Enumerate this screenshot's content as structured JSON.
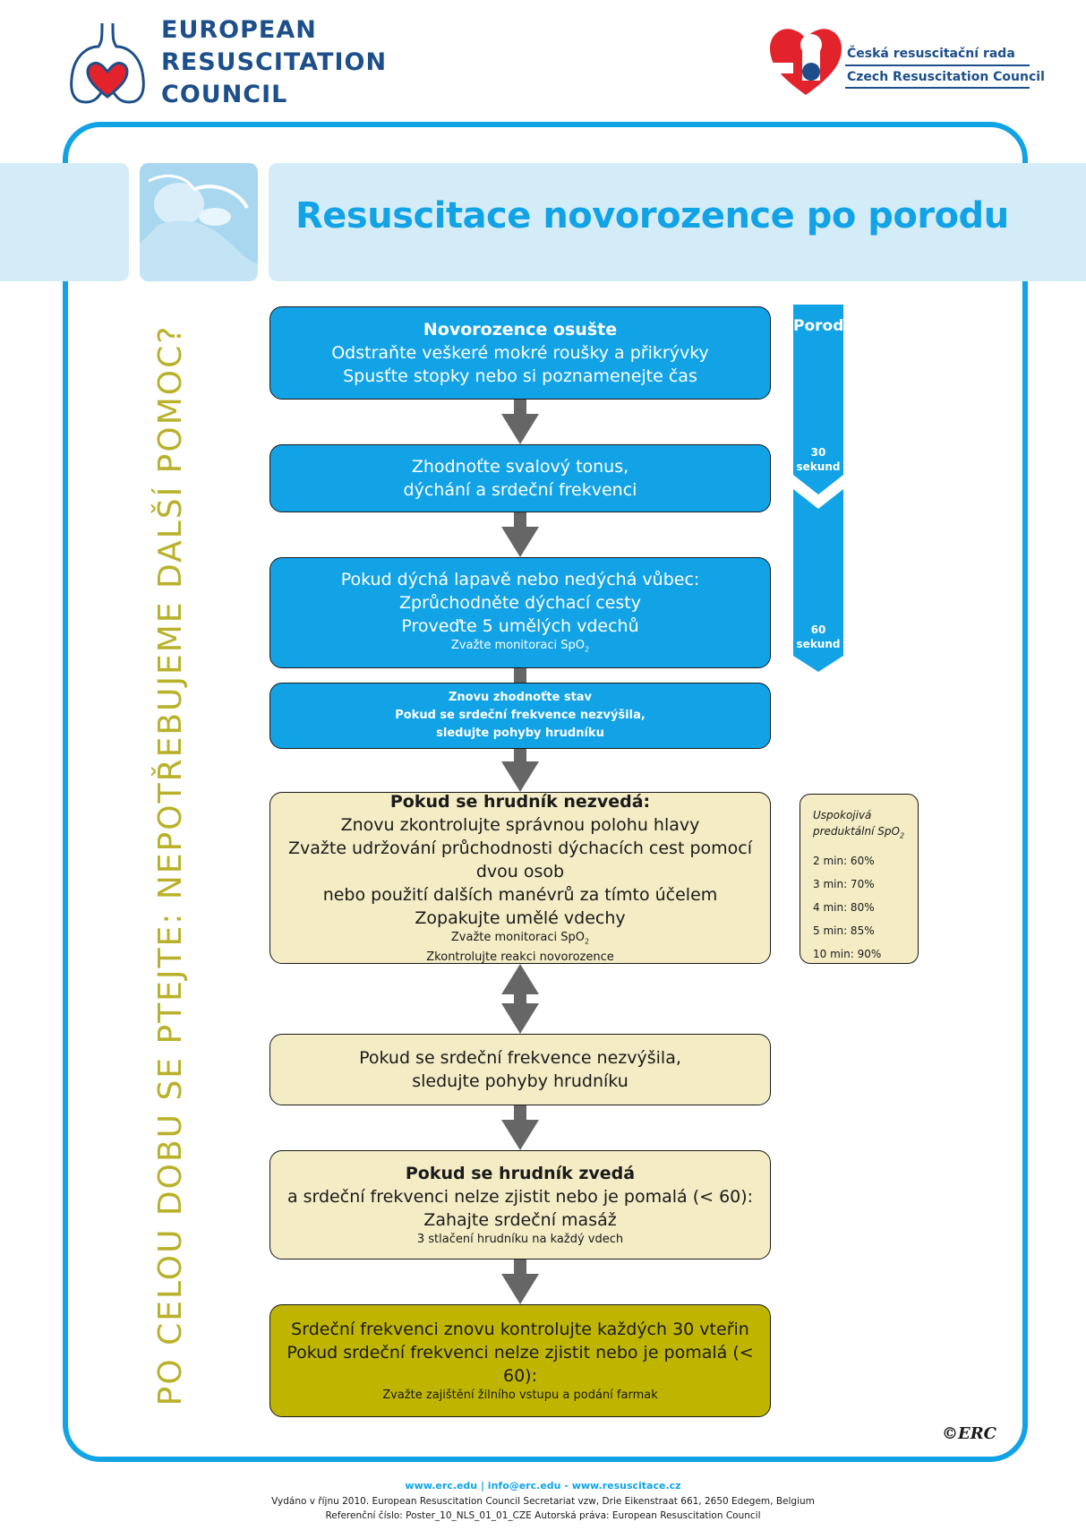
{
  "header": {
    "erc_lines": [
      "EUROPEAN",
      "RESUSCITATION",
      "COUNCIL"
    ],
    "crc_name": "Česká resuscitační rada",
    "crc_sub": "Czech Resuscitation Council"
  },
  "title": "Resuscitace novorozence po porodu",
  "side_text": "PO CELOU DOBU SE PTEJTE: NEPOTŘEBUJEME DALŠÍ POMOC?",
  "timeline": {
    "start": "Porod",
    "mark1_num": "30",
    "mark1_unit": "sekund",
    "mark2_num": "60",
    "mark2_unit": "sekund"
  },
  "steps": {
    "s1": {
      "bold": "Novorozence osušte",
      "line1": "Odstraňte veškeré mokré roušky a přikrývky",
      "line2": "Spusťte stopky nebo si poznamenejte čas"
    },
    "s2": {
      "line1": "Zhodnoťte svalový tonus,",
      "line2": "dýchání a srdeční frekvenci"
    },
    "s3": {
      "line1": "Pokud dýchá lapavě nebo nedýchá vůbec:",
      "line2": "Zprůchodněte dýchací cesty",
      "line3": "Proveďte 5 umělých vdechů",
      "small": "Zvažte monitoraci SpO",
      "small_sub": "2"
    },
    "s4": {
      "line1": "Znovu zhodnoťte stav",
      "line2": "Pokud se srdeční frekvence nezvýšila,",
      "line3": "sledujte pohyby hrudníku"
    },
    "s5": {
      "bold": "Pokud se hrudník nezvedá:",
      "line1": "Znovu zkontrolujte správnou polohu hlavy",
      "line2": "Zvažte udržování průchodnosti dýchacích cest pomocí dvou osob",
      "line3": "nebo použití dalších manévrů za tímto účelem",
      "line4": "Zopakujte umělé vdechy",
      "small1": "Zvažte monitoraci SpO",
      "small1_sub": "2",
      "small2": "Zkontrolujte reakci novorozence"
    },
    "s6": {
      "line1": "Pokud se srdeční frekvence nezvýšila,",
      "line2": "sledujte pohyby hrudníku"
    },
    "s7": {
      "bold": "Pokud se hrudník zvedá",
      "line1": "a srdeční frekvenci nelze zjistit nebo je pomalá (< 60):",
      "line2": "Zahajte srdeční masáž",
      "small": "3 stlačení hrudníku na každý vdech"
    },
    "s8": {
      "line1": "Srdeční frekvenci znovu kontrolujte každých 30 vteřin",
      "line2": "Pokud srdeční frekvenci nelze zjistit nebo je pomalá (< 60):",
      "small": "Zvažte zajištění žilního vstupu a podání farmak"
    }
  },
  "spo2": {
    "head1": "Uspokojivá",
    "head2": "preduktální SpO",
    "head2_sub": "2",
    "rows": [
      "2 min: 60%",
      "3 min: 70%",
      "4 min: 80%",
      "5 min: 85%",
      "10 min: 90%"
    ]
  },
  "copyright": "©ERC",
  "footer": {
    "web": "www.erc.edu | info@erc.edu - www.resuscitace.cz",
    "line1": "Vydáno v říjnu 2010. European Resuscitation Council Secretariat vzw, Drie Eikenstraat 661, 2650 Edegem, Belgium",
    "line2": "Referenční číslo: Poster_10_NLS_01_01_CZE  Autorská práva: European Resuscitation Council"
  },
  "colors": {
    "blue": "#12a3e6",
    "cream": "#f3ecc5",
    "olive": "#bfb500",
    "navy": "#1d4f8a",
    "side_text": "#b9b12a",
    "arrow": "#666666",
    "crc_red": "#e3232c"
  }
}
